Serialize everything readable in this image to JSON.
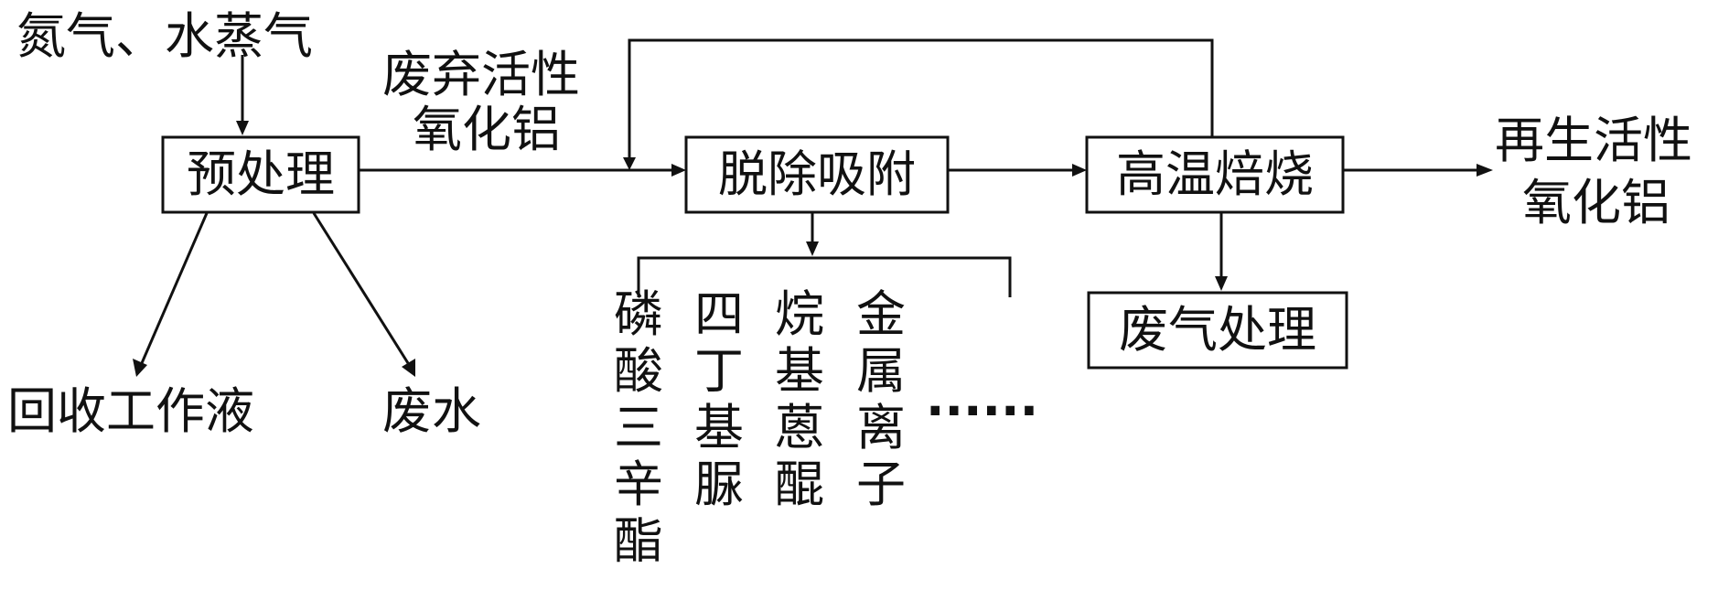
{
  "colors": {
    "ink": "#111111",
    "background": "#ffffff"
  },
  "inputs": {
    "gases": "氮气、水蒸气",
    "waste_alumina_line1": "废弃活性",
    "waste_alumina_line2": "氧化铝"
  },
  "boxes": {
    "pretreatment": "预处理",
    "desorption": "脱除吸附",
    "roasting": "高温焙烧",
    "exhaust_treatment": "废气处理"
  },
  "outputs": {
    "recovered_liquid": "回收工作液",
    "waste_water": "废水",
    "regenerated_line1": "再生活性",
    "regenerated_line2": "氧化铝"
  },
  "removed_substances": [
    {
      "label": "磷酸三辛酯"
    },
    {
      "label": "四丁基脲"
    },
    {
      "label": "烷基蒽醌"
    },
    {
      "label": "金属离子"
    }
  ],
  "ellipsis": "······"
}
